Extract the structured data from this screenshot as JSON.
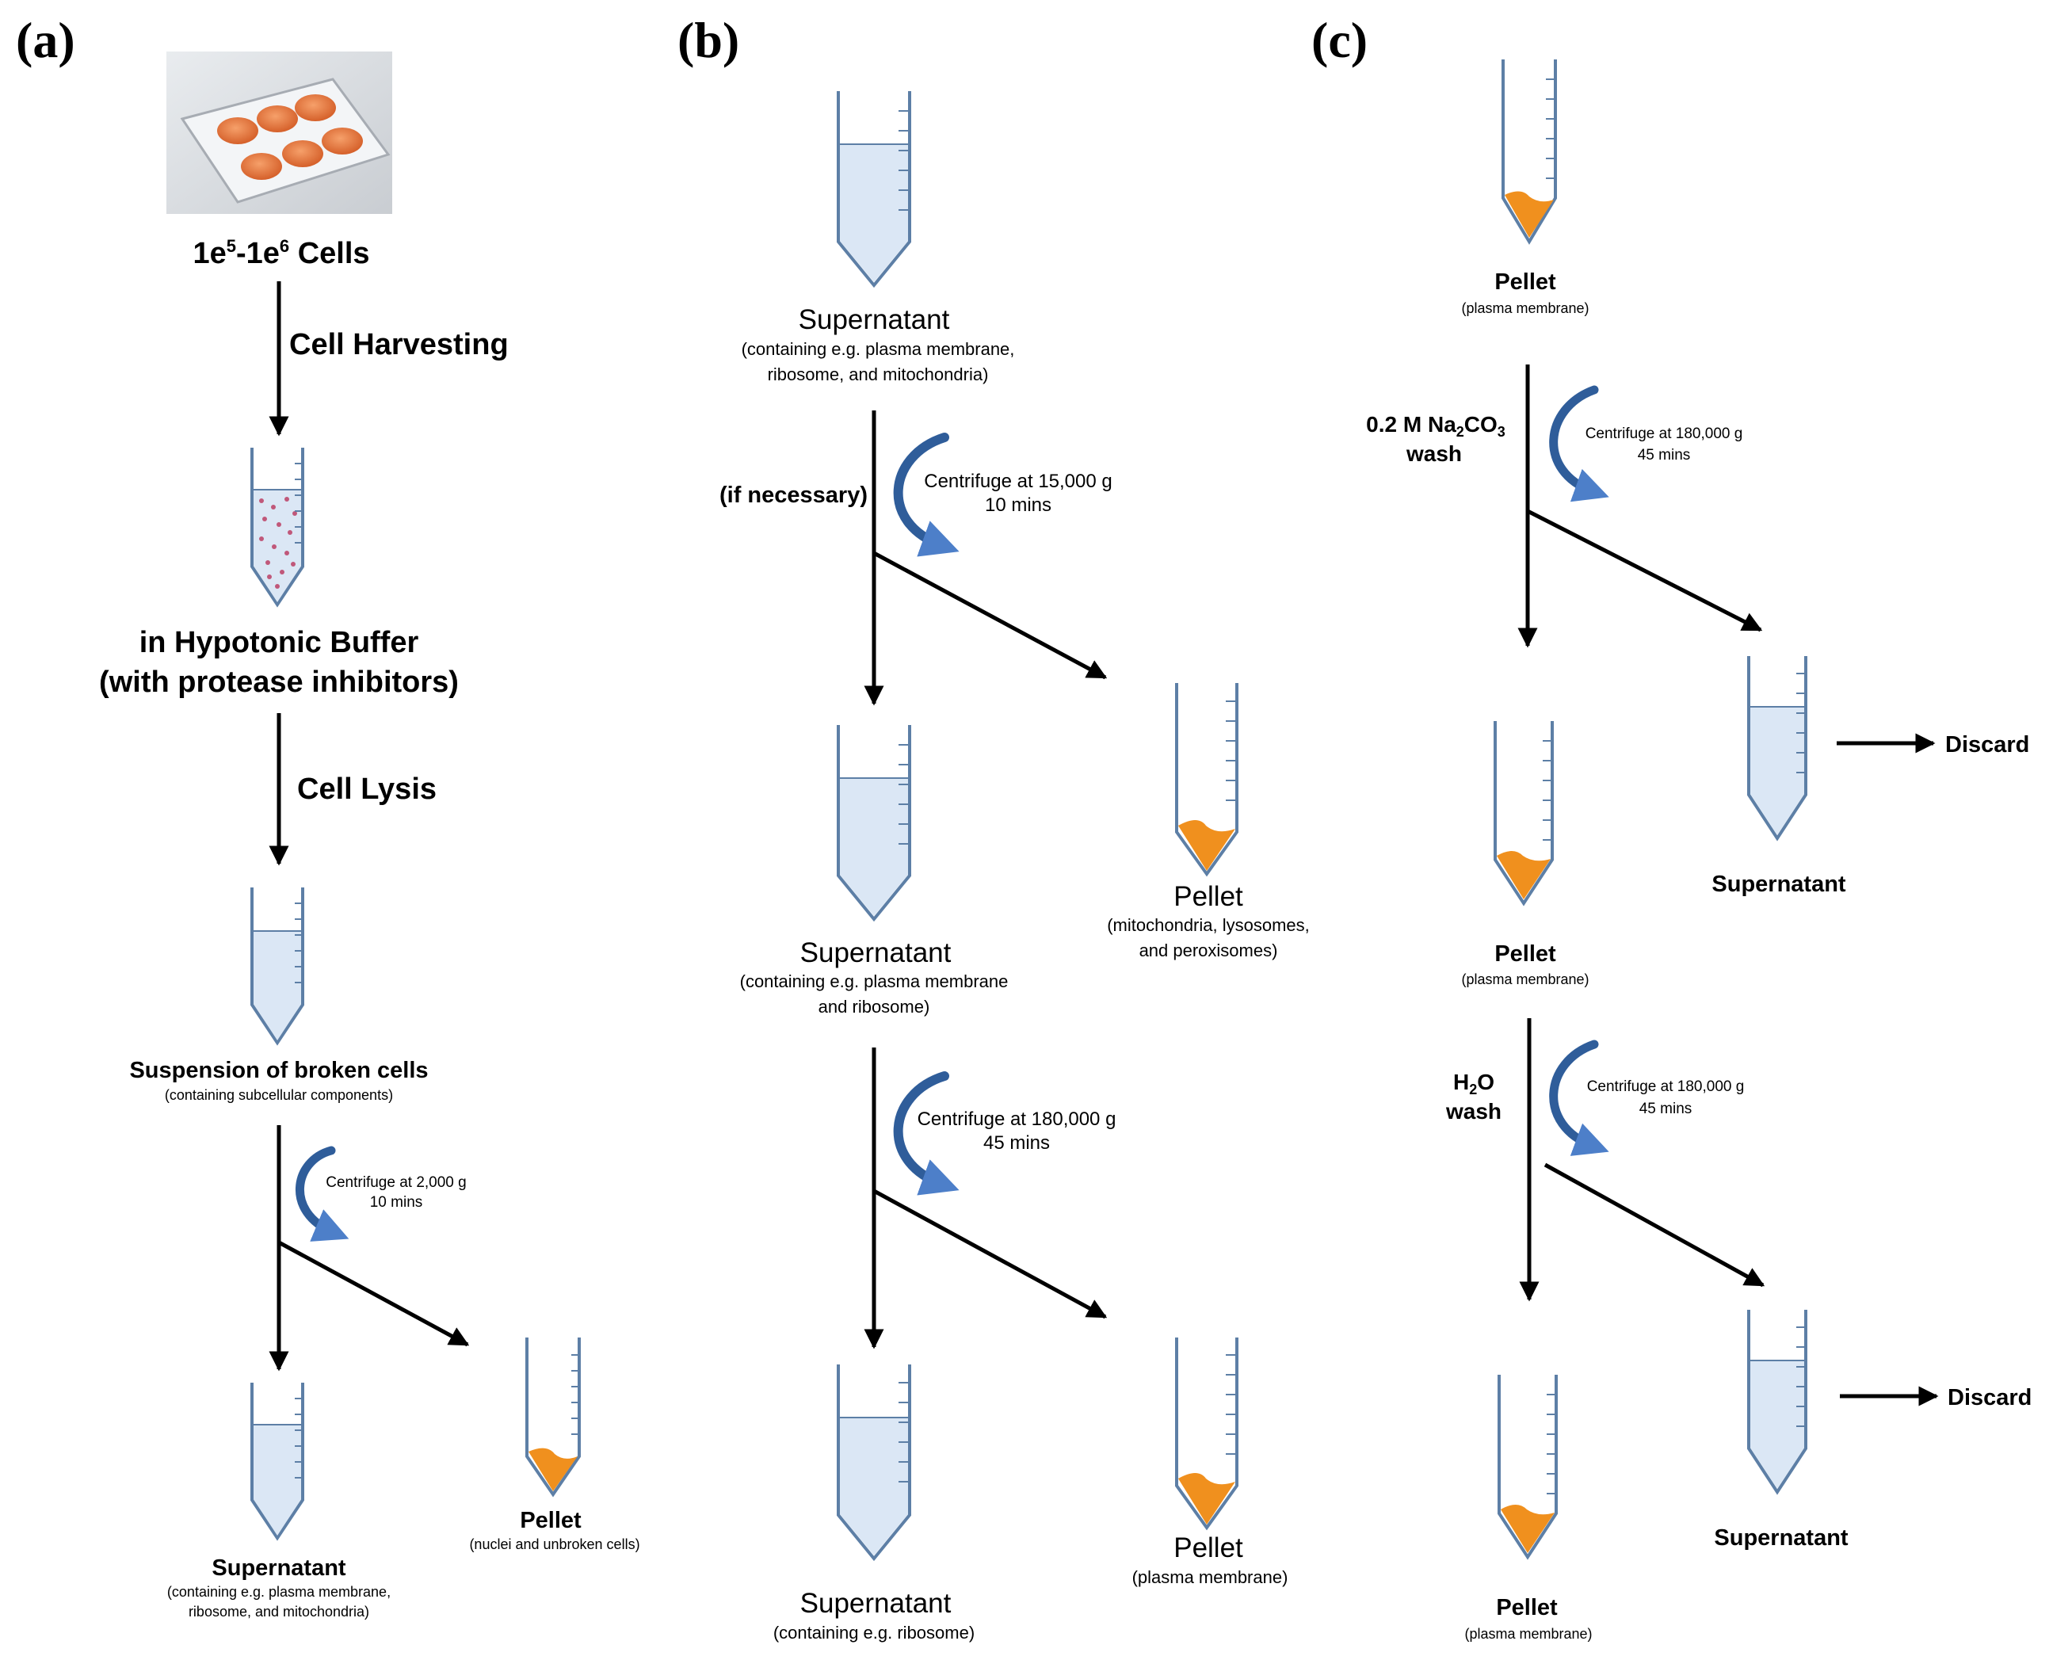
{
  "colors": {
    "tube_outline": "#5d7fa6",
    "liquid": "#dbe7f5",
    "pellet": "#f0901e",
    "curved_arrow_dark": "#2f5d9a",
    "curved_arrow_light": "#6d9de0",
    "line": "#000000"
  },
  "panel_a": {
    "label": "(a)",
    "cells_base": "1e",
    "cells_exp1": "5",
    "cells_mid": "-1e",
    "cells_exp2": "6",
    "cells_suffix": " Cells",
    "step1": "Cell Harvesting",
    "buffer_line1": "in Hypotonic Buffer",
    "buffer_line2": "(with protease inhibitors)",
    "step2": "Cell Lysis",
    "suspension_title": "Suspension of broken cells",
    "suspension_sub": "(containing subcellular components)",
    "centrifuge_line1": "Centrifuge at 2,000 g",
    "centrifuge_line2": "10 mins",
    "pellet_title": "Pellet",
    "pellet_sub": "(nuclei and unbroken cells)",
    "supernatant_title": "Supernatant",
    "supernatant_sub1": "(containing e.g. plasma membrane,",
    "supernatant_sub2": "ribosome, and mitochondria)"
  },
  "panel_b": {
    "label": "(b)",
    "top_title": "Supernatant",
    "top_sub1": "(containing e.g. plasma membrane,",
    "top_sub2": "ribosome, and mitochondria)",
    "if_necessary": "(if necessary)",
    "centrifuge1_line1": "Centrifuge at 15,000 g",
    "centrifuge1_line2": "10 mins",
    "pellet1_title": "Pellet",
    "pellet1_sub1": "(mitochondria,  lysosomes,",
    "pellet1_sub2": "and peroxisomes)",
    "mid_title": "Supernatant",
    "mid_sub1": "(containing e.g. plasma membrane",
    "mid_sub2": "and ribosome)",
    "centrifuge2_line1": "Centrifuge at 180,000 g",
    "centrifuge2_line2": "45 mins",
    "pellet2_title": "Pellet",
    "pellet2_sub": "(plasma membrane)",
    "bottom_title": "Supernatant",
    "bottom_sub": "(containing e.g. ribosome)"
  },
  "panel_c": {
    "label": "(c)",
    "pellet_top_title": "Pellet",
    "pellet_top_sub": "(plasma membrane)",
    "wash1_pre": "0.2 M Na",
    "wash1_sub2": "2",
    "wash1_mid": "CO",
    "wash1_sub3": "3",
    "wash1_line2": "wash",
    "centrifuge1_line1": "Centrifuge at 180,000 g",
    "centrifuge1_line2": "45 mins",
    "supernatant1_title": "Supernatant",
    "discard1": "Discard",
    "pellet_mid_title": "Pellet",
    "pellet_mid_sub": "(plasma membrane)",
    "wash2_pre": "H",
    "wash2_sub": "2",
    "wash2_post": "O",
    "wash2_line2": "wash",
    "centrifuge2_line1": "Centrifuge at 180,000 g",
    "centrifuge2_line2": "45 mins",
    "supernatant2_title": "Supernatant",
    "discard2": "Discard",
    "pellet_bottom_title": "Pellet",
    "pellet_bottom_sub": "(plasma membrane)"
  }
}
